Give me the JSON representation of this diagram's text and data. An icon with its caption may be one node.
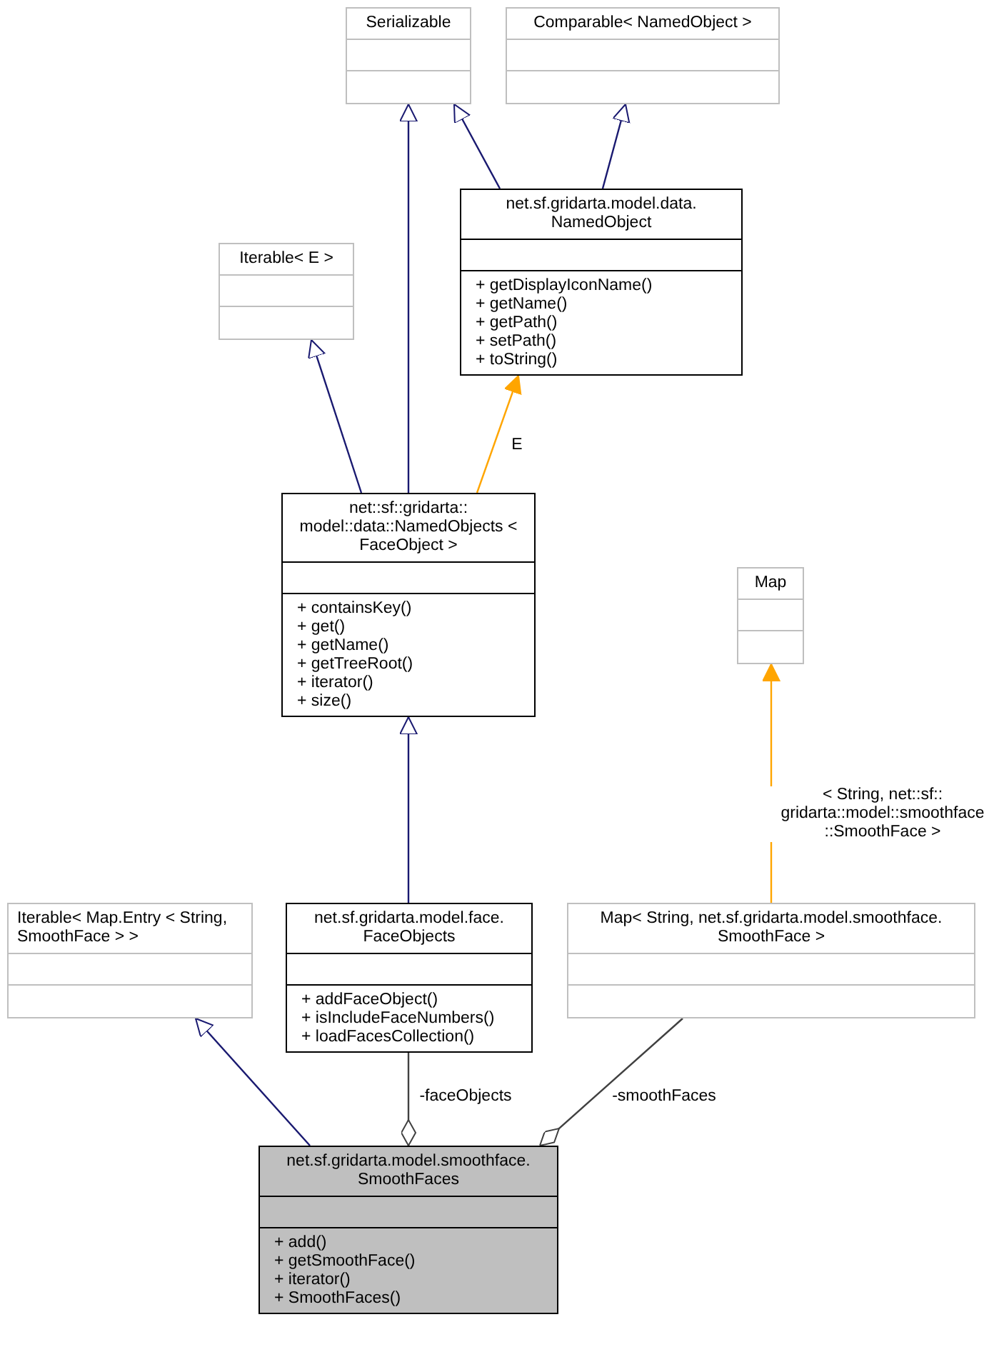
{
  "diagram": {
    "nodes": [
      {
        "text": [
          "Serializable"
        ]
      },
      {
        "text": [
          "Comparable< NamedObject >"
        ]
      },
      {
        "text": [
          "net.sf.gridarta.model.data. NamedObject",
          "+ getDisplayIconName()",
          "+ getName()",
          "+ getPath()",
          "+ setPath()",
          "+ toString()"
        ]
      },
      {
        "text": [
          "Iterable< E >"
        ]
      },
      {
        "text": [
          "net::sf::gridarta:: model::data::NamedObjects < FaceObject >",
          "+ containsKey()",
          "+ get()",
          "+ getName()",
          "+ getTreeRoot()",
          "+ iterator()",
          "+ size()"
        ]
      },
      {
        "text": [
          "Map"
        ]
      },
      {
        "text": [
          "Iterable< Map.Entry < String, SmoothFace > >"
        ]
      },
      {
        "text": [
          "net.sf.gridarta.model.face. FaceObjects",
          "+ addFaceObject()",
          "+ isIncludeFaceNumbers()",
          "+ loadFacesCollection()"
        ]
      },
      {
        "text": [
          "Map< String, net.sf.gridarta.model.smoothface. SmoothFace >"
        ]
      },
      {
        "text": [
          "net.sf.gridarta.model.smoothface. SmoothFaces",
          "+ add()",
          "+ getSmoothFace()",
          "+ iterator()",
          "+ SmoothFaces()"
        ]
      }
    ],
    "edges": [
      {
        "from": 2,
        "to": 0,
        "arrow": "to"
      },
      {
        "from": 2,
        "to": 1,
        "arrow": "to"
      },
      {
        "from": 4,
        "to": 3,
        "arrow": "to"
      },
      {
        "from": 4,
        "to": 0,
        "arrow": "to"
      },
      {
        "from": 4,
        "to": 2,
        "arrow": "to",
        "label": "E",
        "color": "#ffa500"
      },
      {
        "from": 7,
        "to": 4,
        "arrow": "to"
      },
      {
        "from": 9,
        "to": 6,
        "arrow": "to"
      },
      {
        "from": 9,
        "to": 7,
        "arrow": "other",
        "label": "-faceObjects",
        "color": "#404040"
      },
      {
        "from": 9,
        "to": 8,
        "arrow": "other",
        "label": "-smoothFaces",
        "color": "#404040"
      },
      {
        "from": 8,
        "to": 5,
        "arrow": "to",
        "label": "< String, net::sf:: gridarta::model::smoothface ::SmoothFace >",
        "color": "#ffa500"
      }
    ]
  }
}
